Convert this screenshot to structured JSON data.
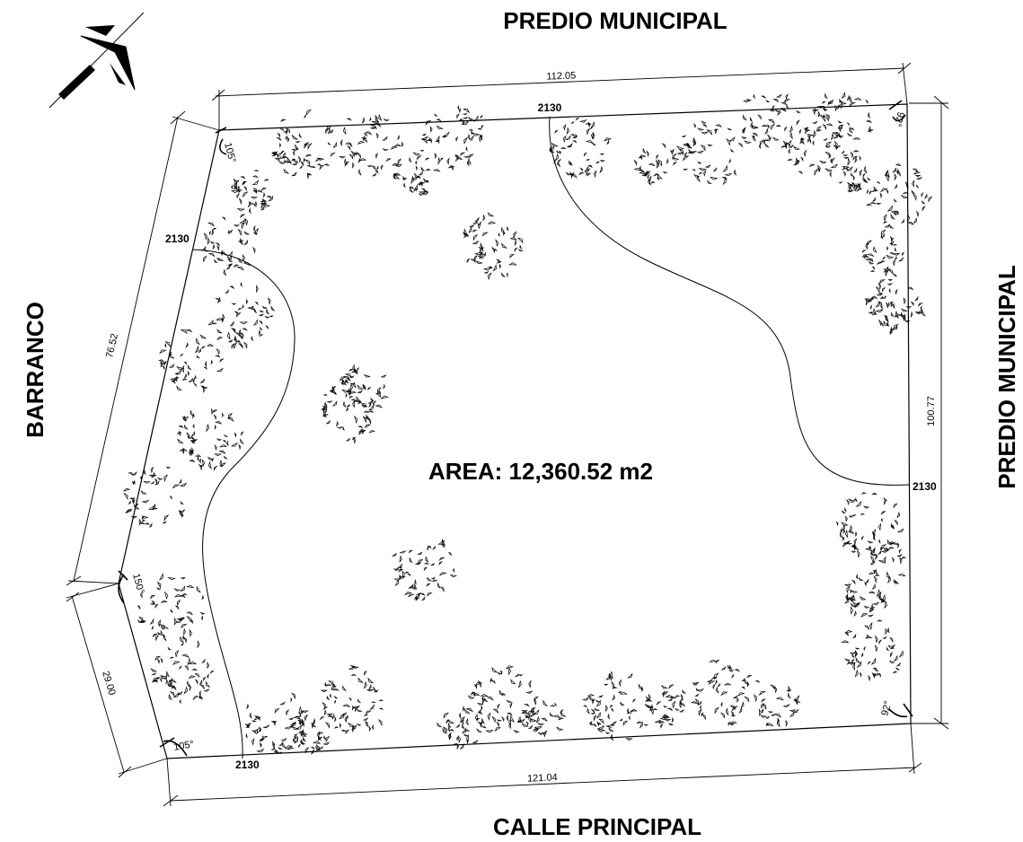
{
  "labels": {
    "north_boundary": "PREDIO MUNICIPAL",
    "east_boundary": "PREDIO MUNICIPAL",
    "west_boundary": "BARRANCO",
    "south_boundary": "CALLE PRINCIPAL",
    "area": "AREA: 12,360.52 m2"
  },
  "dimensions": {
    "north": "112.05",
    "east": "100.77",
    "south": "121.04",
    "west_upper": "76.52",
    "west_lower": "29.00"
  },
  "angles": {
    "nw": "105°",
    "ne": "92°",
    "w_mid": "150°",
    "sw": "105°",
    "se": "92°"
  },
  "contour_labels": {
    "top": "2130",
    "left": "2130",
    "right": "2130",
    "bottom": "2130"
  },
  "icons": {
    "north_arrow": "north-arrow-icon",
    "tree": "tree-icon"
  }
}
